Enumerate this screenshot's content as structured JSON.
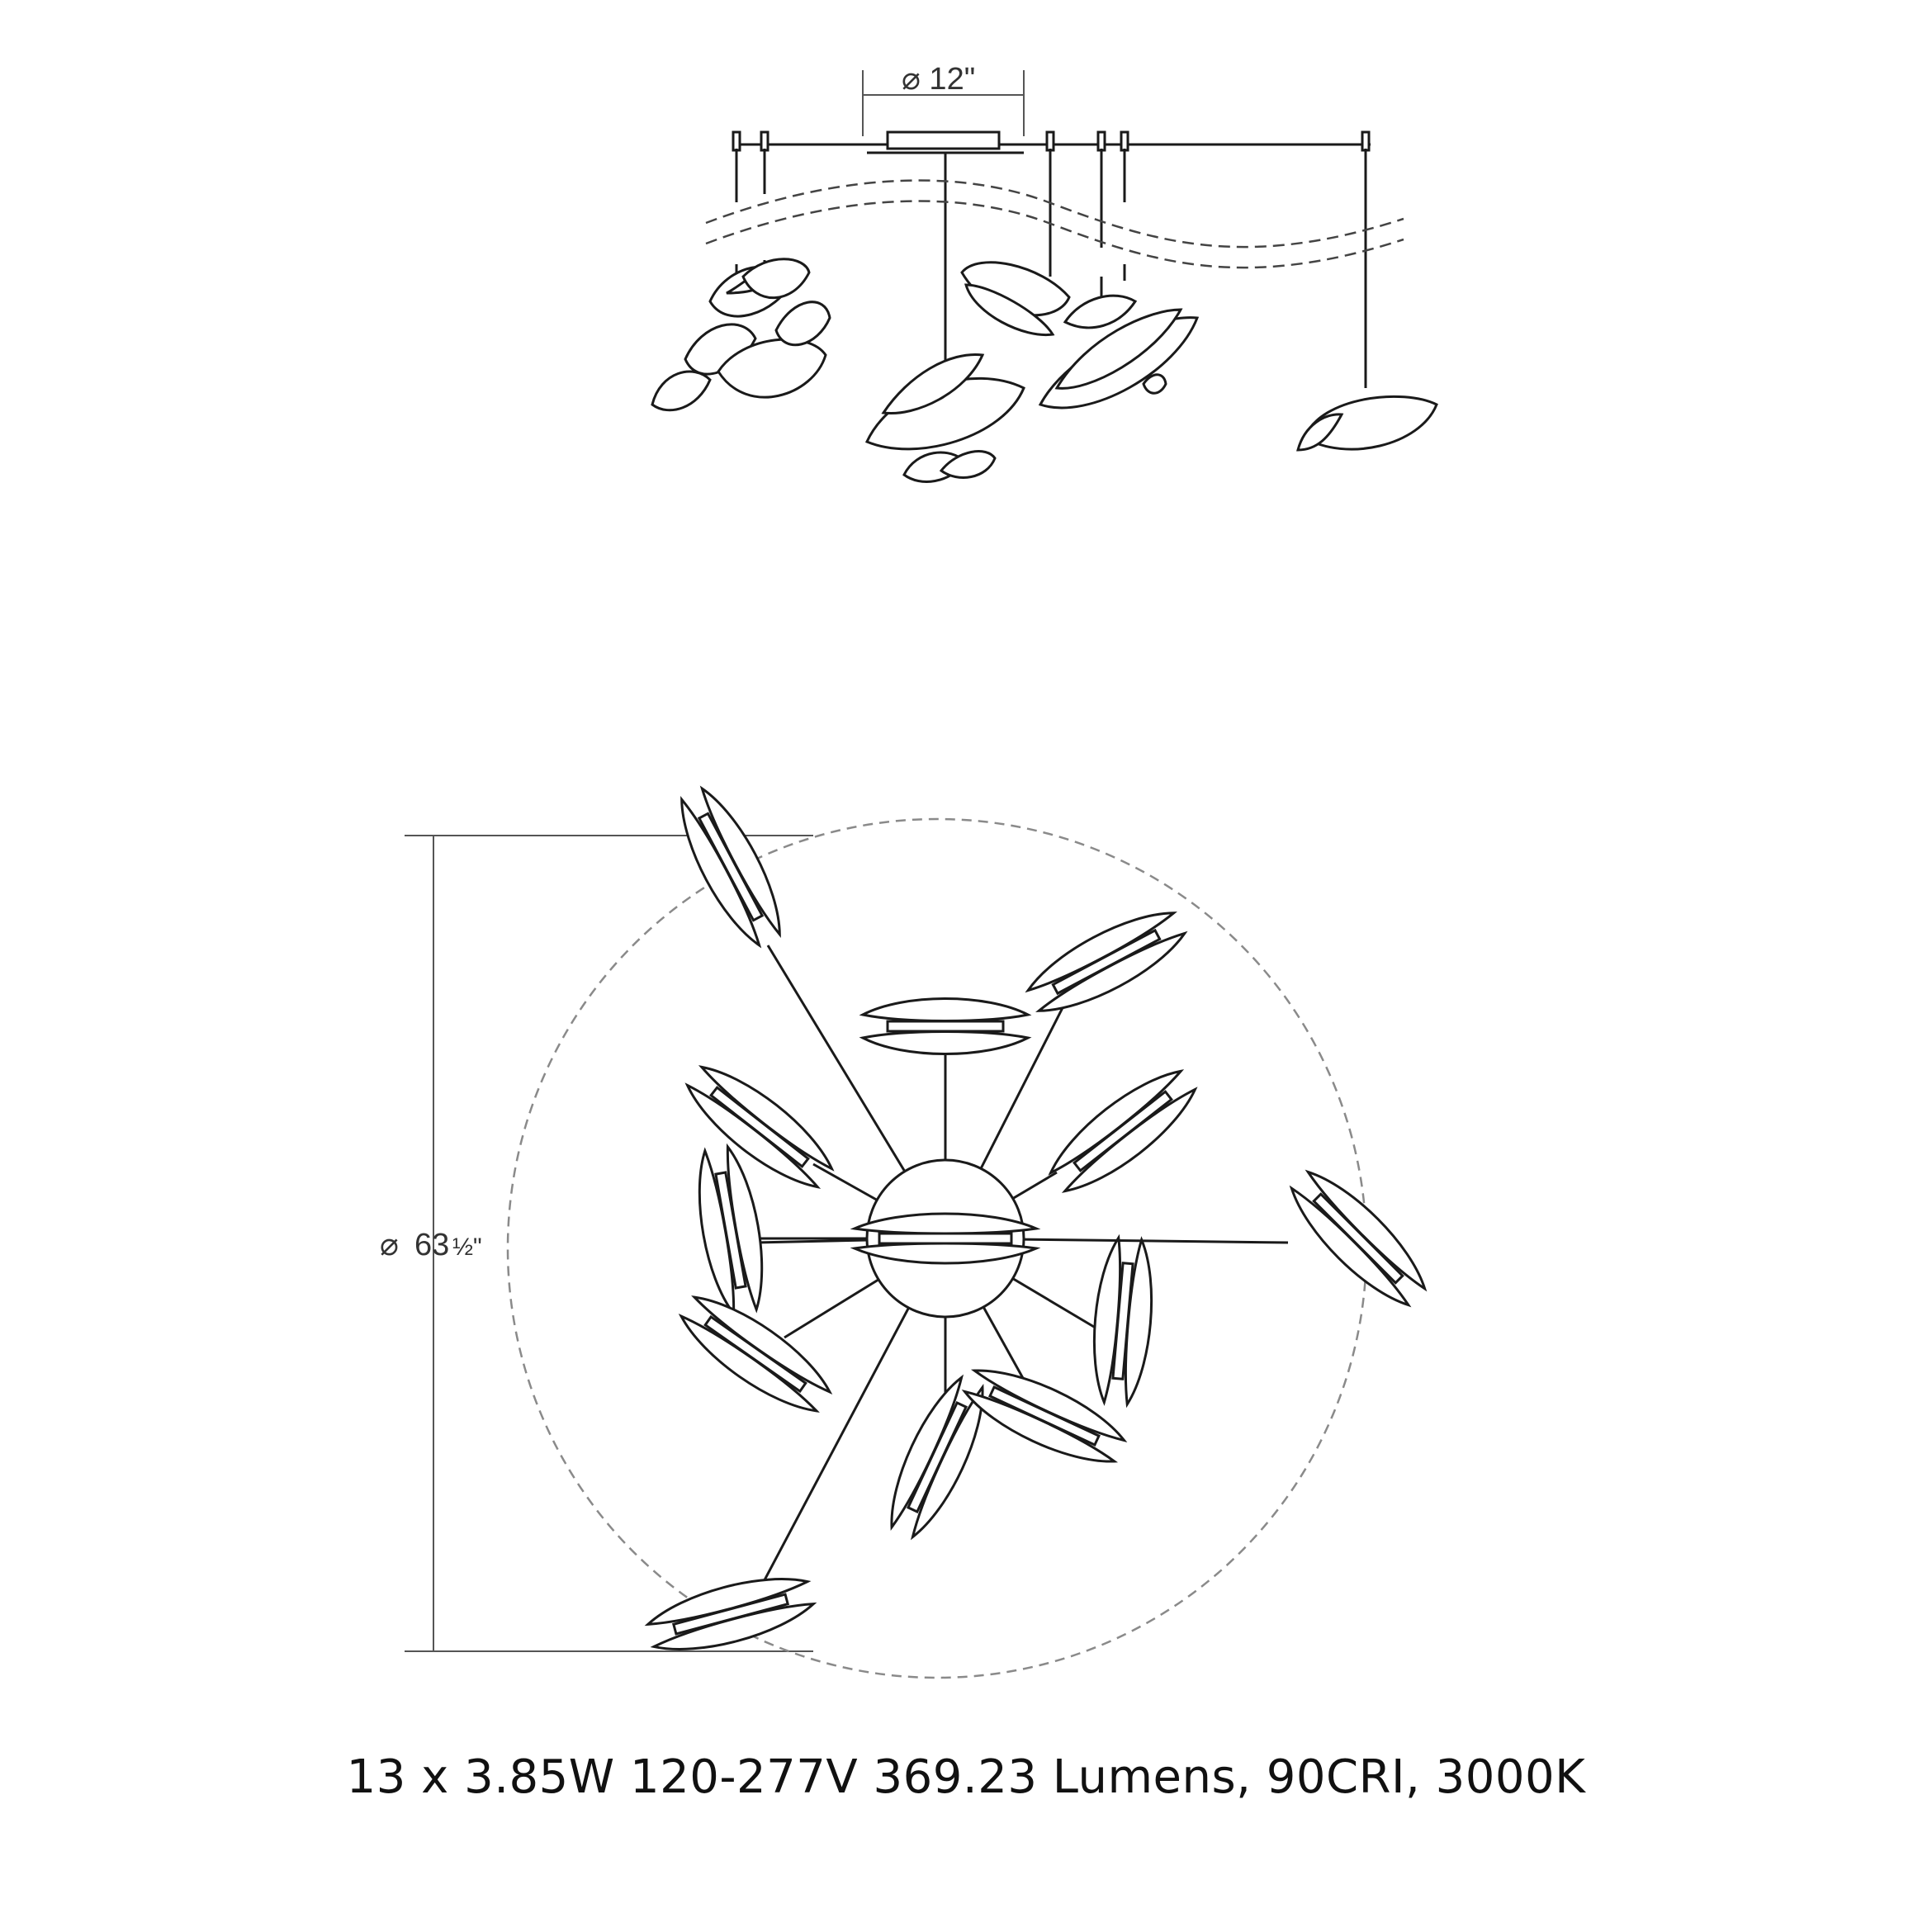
{
  "elevation": {
    "canopy_dimension": "⌀ 12\""
  },
  "plan": {
    "overall_dimension_symbol": "⌀",
    "overall_dimension_value": "63",
    "overall_dimension_fraction": "½\""
  },
  "spec_line": "13 x 3.85W 120-277V 369.23 Lumens, 90CRI, 3000K",
  "colors": {
    "line": "#1a1a1a",
    "dim": "#555555",
    "dashed": "#8a8a8a"
  }
}
